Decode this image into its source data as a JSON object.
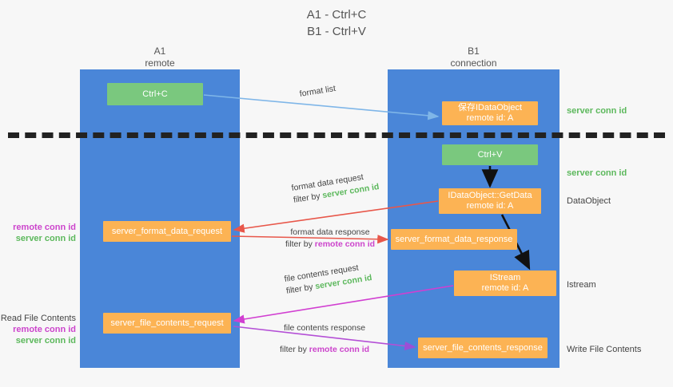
{
  "title": "A1 - Ctrl+C\nB1 - Ctrl+V",
  "colors": {
    "lane": "#4a86d8",
    "green_node": "#7ac87e",
    "orange_node": "#fcb354",
    "server_conn_id": "#5cb85c",
    "remote_conn_id": "#cc44cc",
    "divider": "#222222",
    "arrow_blue": "#7fb6e8",
    "arrow_red": "#e8574a",
    "arrow_magenta": "#d13fd1",
    "arrow_purple": "#9b4fd6",
    "arrow_black": "#111111",
    "background": "#f7f7f7"
  },
  "lanes": [
    {
      "name": "A1",
      "subtitle": "remote"
    },
    {
      "name": "B1",
      "subtitle": "connection"
    }
  ],
  "nodes": {
    "ctrl_c": "Ctrl+C",
    "idataobject": "保存IDataObject\nremote id: A",
    "ctrl_v": "Ctrl+V",
    "getdata": "IDataObject::GetData\nremote id: A",
    "istream": "IStream\nremote id: A",
    "server_format_data_request": "server_format_data_request",
    "server_format_data_response": "server_format_data_response",
    "server_file_contents_request": "server_file_contents_request",
    "server_file_contents_response": "server_file_contents_response"
  },
  "right_labels": {
    "server_conn_id_top": "server conn id",
    "server_conn_id_mid": "server conn id",
    "dataobject": "DataObject",
    "istream": "Istream",
    "write_file_contents": "Write File Contents"
  },
  "left_labels": {
    "format_remote": "remote conn id",
    "format_server": "server conn id",
    "read_file_contents": "Read File Contents",
    "file_remote": "remote conn id",
    "file_server": "server conn id"
  },
  "arrow_labels": {
    "format_list": "format list",
    "format_data_request": "format data request",
    "format_data_request_filter_prefix": "filter by ",
    "format_data_request_filter_tag": "server conn id",
    "format_data_response": "format data response",
    "format_data_response_filter_prefix": "filter by ",
    "format_data_response_filter_tag": "remote conn id",
    "file_contents_request": "file contents request",
    "file_contents_request_filter_prefix": "filter by ",
    "file_contents_request_filter_tag": "server conn id",
    "file_contents_response": "file contents response",
    "file_contents_response_filter_prefix": "filter by ",
    "file_contents_response_filter_tag": "remote conn id"
  }
}
